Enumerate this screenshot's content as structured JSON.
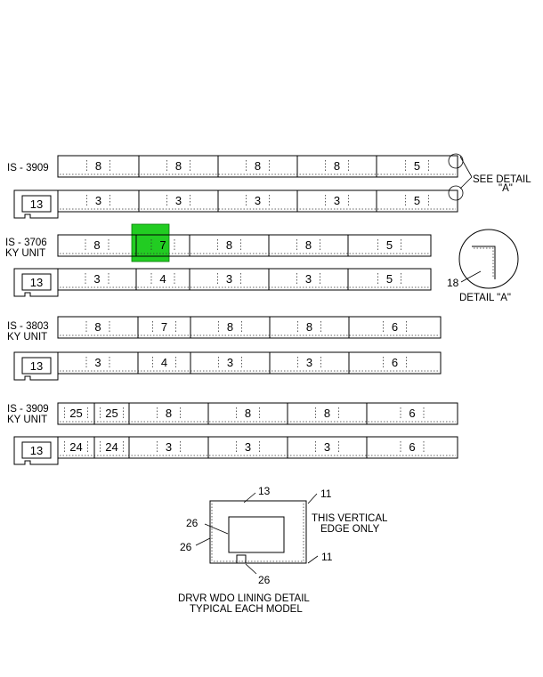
{
  "rows": [
    {
      "label": [
        "IS - 3909"
      ],
      "segments": [
        "8",
        "8",
        "8",
        "8",
        "5"
      ]
    },
    {
      "label": [],
      "tab": "13",
      "segments": [
        "3",
        "3",
        "3",
        "3",
        "5"
      ]
    },
    {
      "label": [
        "IS - 3706",
        "KY UNIT"
      ],
      "segments": [
        "8",
        "7",
        "8",
        "8",
        "5"
      ]
    },
    {
      "label": [],
      "tab": "13",
      "segments": [
        "3",
        "4",
        "3",
        "3",
        "5"
      ]
    },
    {
      "label": [
        "IS - 3803",
        "KY UNIT"
      ],
      "segments": [
        "8",
        "7",
        "8",
        "8",
        "6"
      ]
    },
    {
      "label": [],
      "tab": "13",
      "segments": [
        "3",
        "4",
        "3",
        "3",
        "6"
      ]
    },
    {
      "label": [
        "IS - 3909",
        "KY UNIT"
      ],
      "segments": [
        "25",
        "25",
        "8",
        "8",
        "8",
        "6"
      ]
    },
    {
      "label": [],
      "tab": "13",
      "segments": [
        "24",
        "24",
        "3",
        "3",
        "3",
        "6"
      ]
    }
  ],
  "highlight": {
    "row": 2,
    "segment": 1,
    "color": "#22cc22"
  },
  "see_detail": [
    "SEE DETAIL",
    "\"A\""
  ],
  "detail_a": {
    "callout": "18",
    "caption": "DETAIL \"A\""
  },
  "lining_detail": {
    "callouts": {
      "top": "13",
      "right_top": "11",
      "right_bottom": "11",
      "left_top": "26",
      "left_bottom": "26",
      "bottom": "26"
    },
    "note": [
      "THIS VERTICAL",
      "EDGE ONLY"
    ],
    "caption": [
      "DRVR WDO LINING DETAIL",
      "TYPICAL EACH MODEL"
    ]
  },
  "colors": {
    "line": "#000000",
    "highlight": "#22cc22"
  }
}
